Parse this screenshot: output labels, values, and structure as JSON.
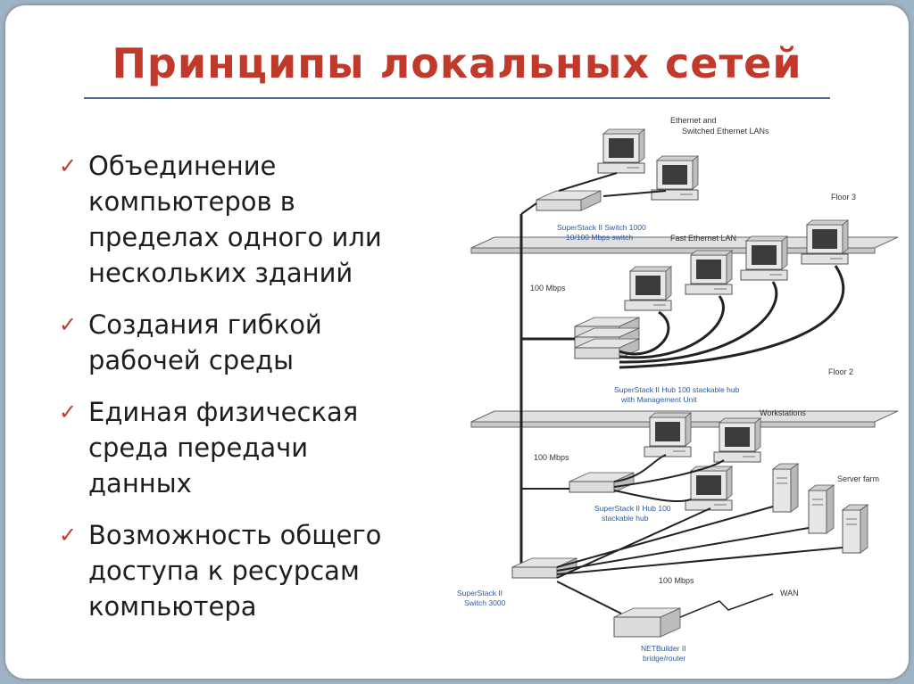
{
  "title": "Принципы локальных сетей",
  "colors": {
    "title": "#c0392b",
    "check": "#c0392b",
    "rule": "#4a6a8f",
    "device_label": "#2c5aa0"
  },
  "bullets": [
    {
      "icon": "check-icon",
      "lines": [
        "Объединение",
        "компьютеров в",
        "пределах одного или",
        "нескольких зданий"
      ]
    },
    {
      "icon": "check-icon",
      "lines": [
        "Создания гибкой",
        "рабочей среды"
      ]
    },
    {
      "icon": "check-icon",
      "lines": [
        "Единая физическая",
        "среда передачи",
        "данных"
      ]
    },
    {
      "icon": "check-icon",
      "lines": [
        "Возможность общего",
        "доступа к ресурсам",
        "компьютера"
      ]
    }
  ],
  "diagram": {
    "labels": {
      "ethernet": [
        "Ethernet and",
        "Switched Ethernet LANs"
      ],
      "floor3": "Floor 3",
      "switch1000": [
        "SuperStack II Switch 1000",
        "10/100 Mbps switch"
      ],
      "fast_ethernet": "Fast Ethernet LAN",
      "mbps_a": "100 Mbps",
      "hub100_mgmt": [
        "SuperStack II Hub 100 stackable hub",
        "with Management Unit"
      ],
      "floor2": "Floor 2",
      "workstations": "Workstations",
      "mbps_b": "100 Mbps",
      "hub100": [
        "SuperStack II Hub 100",
        "stackable hub"
      ],
      "server_farm": "Server farm",
      "switch3000": [
        "SuperStack II",
        "Switch 3000"
      ],
      "mbps_c": "100 Mbps",
      "wan": "WAN",
      "netbuilder": [
        "NETBuilder II",
        "bridge/router"
      ]
    }
  }
}
